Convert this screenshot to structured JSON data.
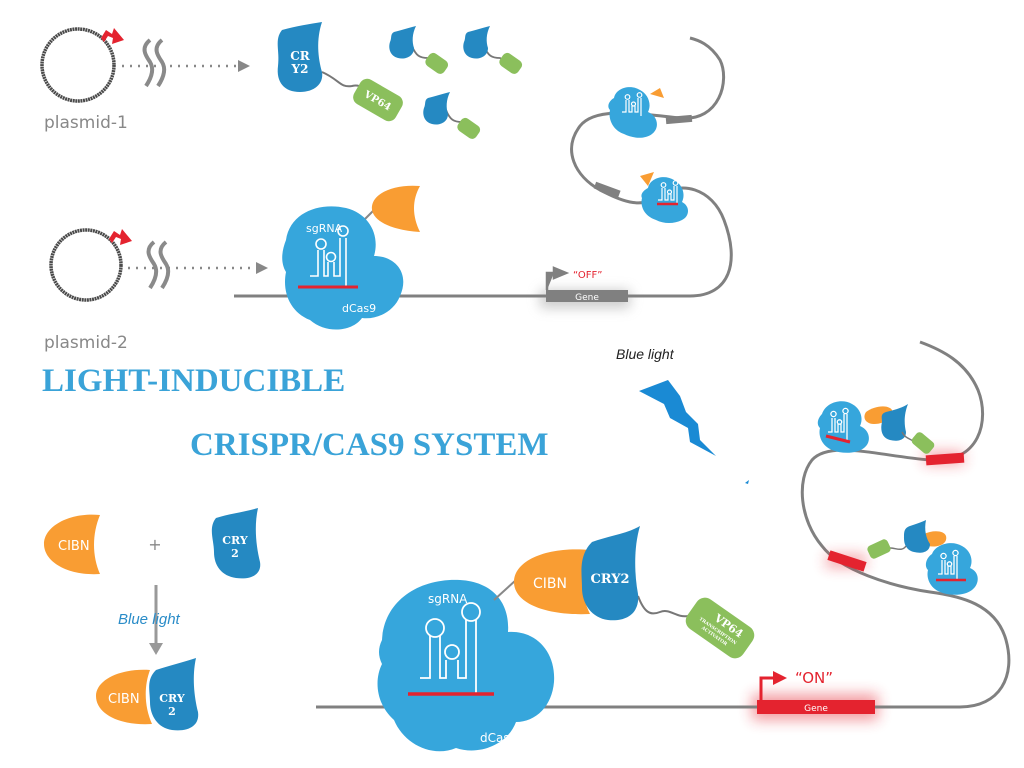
{
  "title": {
    "line1": "LIGHT-INDUCIBLE",
    "line2": "CRISPR/CAS9 SYSTEM"
  },
  "colors": {
    "title_blue": "#3aa3d8",
    "dcas9_blue": "#36a6dc",
    "cry2_blue": "#2589c2",
    "cibn_orange": "#f99d33",
    "vp64_green": "#8bbf5c",
    "promoter_red": "#e4232f",
    "dna_gray": "#808080",
    "plasmid_gray": "#4a4a4a",
    "lightning_blue": "#1a8ad4"
  },
  "plasmids": [
    {
      "label": "plasmid-1"
    },
    {
      "label": "plasmid-2"
    }
  ],
  "panel_top": {
    "cry2_label_line1": "CR",
    "cry2_label_line2": "Y2",
    "vp64_label": "VP64",
    "sgrna_label": "sgRNA",
    "dcas9_label": "dCas9",
    "gene_label": "Gene",
    "gene_state": "“OFF”"
  },
  "blue_light_label": "Blue light",
  "legend": {
    "cibn_label": "CIBN",
    "plus_sign": "+",
    "cry2_line1": "CRY",
    "cry2_line2": "2",
    "arrow_label": "Blue light",
    "complex_cibn": "CIBN",
    "complex_cry_line1": "CRY",
    "complex_cry_line2": "2"
  },
  "panel_bottom": {
    "sgrna_label": "sgRNA",
    "dcas9_label": "dCas9",
    "cibn_label": "CIBN",
    "cry2_label": "CRY2",
    "vp64_label": "VP64",
    "vp64_sub1": "TRANSCRIPTION",
    "vp64_sub2": "ACTIVATOR",
    "gene_label": "Gene",
    "gene_state": "“ON”"
  }
}
